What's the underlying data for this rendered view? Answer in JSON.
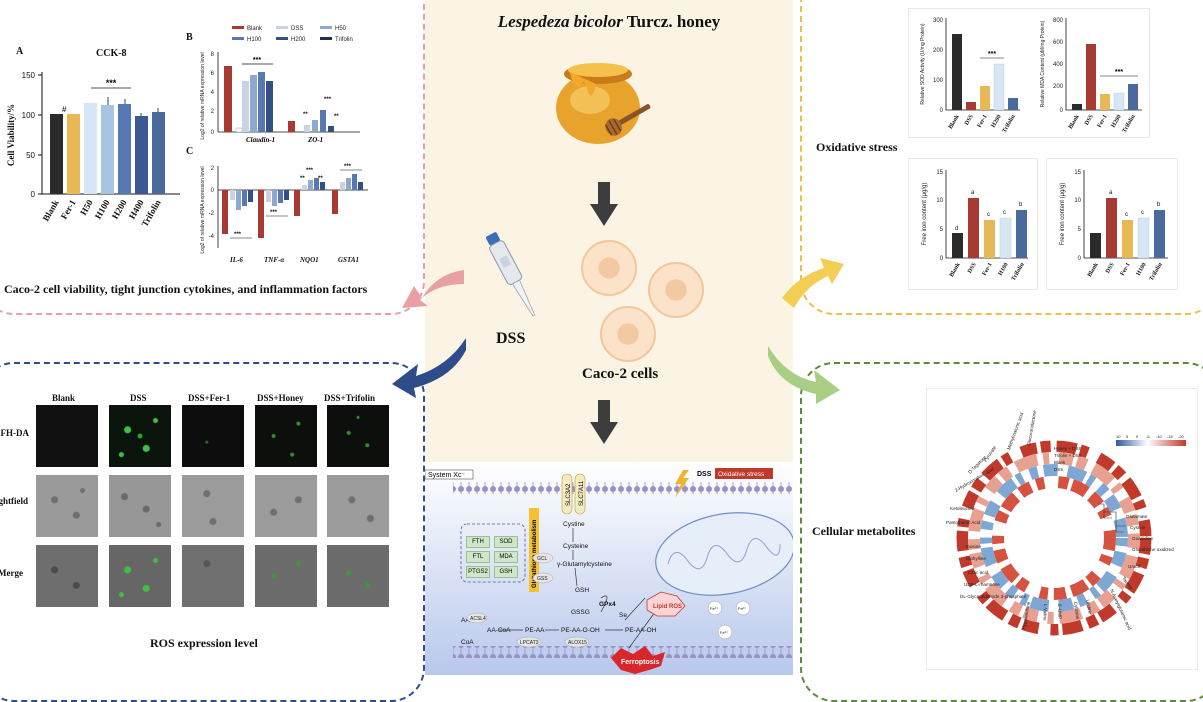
{
  "center": {
    "title_italic": "Lespedeza bicolor",
    "title_rest": " Turcz. honey",
    "dss": "DSS",
    "cells_label": "Caco-2 cells"
  },
  "panel_tl": {
    "caption": "Caco-2 cell viability, tight junction cytokines, and inflammation factors",
    "chartA": {
      "letter": "A",
      "title": "CCK-8",
      "ylabel": "Cell Viability/%",
      "ticks": [
        "0",
        "50",
        "100",
        "150"
      ],
      "sig": "***",
      "hash": "#"
    },
    "chartB": {
      "letter": "B",
      "ylabel": "Log2 of relative mRNA expression level",
      "ticks": [
        "8",
        "6",
        "4",
        "2",
        "0"
      ],
      "groups": [
        "Claudin-1",
        "ZO-1"
      ],
      "sig": [
        "***",
        "**",
        "**",
        "***",
        "**"
      ]
    },
    "chartC": {
      "letter": "C",
      "ylabel": "Log2 of relative mRNA expression level",
      "ticks": [
        "2",
        "0",
        "-2",
        "-4"
      ],
      "groups": [
        "IL-6",
        "TNF-α",
        "NQO1",
        "GSTA1"
      ],
      "sig": [
        "***",
        "***",
        "***",
        "**",
        "**",
        "***"
      ]
    },
    "legend": [
      "Blank",
      "DSS",
      "H50",
      "H100",
      "H200",
      "Trifolin"
    ]
  },
  "panel_tr": {
    "caption": "Oxidative stress",
    "sod_ylabel": "Relative SOD Activity (U/mg Protein)",
    "mda_ylabel": "Relative MDA Content (μM/mg Protein)",
    "iron_ylabel": "Free iron content (μg/g)",
    "sod_ticks": [
      "300",
      "200",
      "100",
      "0"
    ],
    "mda_ticks": [
      "800",
      "600",
      "400",
      "200",
      "0"
    ],
    "iron_ticks": [
      "15",
      "10",
      "5",
      "0"
    ],
    "sig": "***",
    "iron_letters": [
      "d",
      "a",
      "c",
      "c",
      "b"
    ]
  },
  "panel_bl": {
    "caption": "ROS expression level",
    "columns": [
      "Blank",
      "DSS",
      "DSS+Fer-1",
      "DSS+Honey",
      "DSS+Trifolin"
    ],
    "rows": [
      "CFH-DA",
      "Brightfield",
      "Merge"
    ]
  },
  "panel_br": {
    "caption": "Cellular metabolites",
    "legend_rings": [
      "Honey + DSS",
      "Trifolin + DSS",
      "Blank",
      "DSS"
    ],
    "scale_ticks": [
      "10",
      "5",
      "0",
      "-5",
      "-10",
      "-15",
      "-20"
    ],
    "metabolites": [
      "Glutamate",
      "Cystine",
      "Guanidine",
      "Glutathione oxidized",
      "Uracil",
      "Taurine",
      "N-Acetylglutamic acid",
      "Uridine",
      "Cytosine",
      "5'-UMP",
      "L-Valine",
      "Hypoxanthine",
      "DL-Glyceraldehyde 3-phosphate",
      "UDP-L-rhamnose",
      "Citric acid",
      "Diphylline",
      "Inosine",
      "Pantothenic Acid",
      "Ketoleucine",
      "2-Hydroxyvaleric acid",
      "D-Tagatose",
      "Pyruvate",
      "Methylmalonic acid",
      "Glucuronolactone"
    ]
  },
  "pathway": {
    "system": "System Xc⁻",
    "dss": "DSS",
    "ox_stress": "Oxidative stress",
    "slc3a2": "SLC3A2",
    "slc7a11": "SLC7A11",
    "glutathione_metabolism": "Glutathione metabolism",
    "boxes": [
      "FTH",
      "SOD",
      "FTL",
      "MDA",
      "PTGS2",
      "GSH"
    ],
    "cystine": "Cystine",
    "cysteine": "Cysteine",
    "gcl": "GCL",
    "gglu": "γ-Glutamylcysteine",
    "gss": "GSS",
    "gsh": "GSH",
    "gssg": "GSSG",
    "gpx4": "GPx4",
    "se": "Se",
    "aa": "AA",
    "acsl4": "ACSL4",
    "aacoa": "AA-CoA",
    "pe_aa": "PE-AA",
    "lpcat3": "LPCAT3",
    "pe_aa_ooh": "PE-AA-O-OH",
    "pe_aa_oh": "PE-AA-OH",
    "alox15": "ALOX15",
    "coa": "CoA",
    "lipid_ros": "Lipid ROS",
    "ferroptosis": "Ferroptosis",
    "fe": "Fe³⁺"
  },
  "colors": {
    "pink": "#e8a0a4",
    "yellow": "#e9c04a",
    "navy": "#2e4c8a",
    "green": "#5c8a3c",
    "dss_red": "#a73a32",
    "honey": "#e8a32c"
  }
}
